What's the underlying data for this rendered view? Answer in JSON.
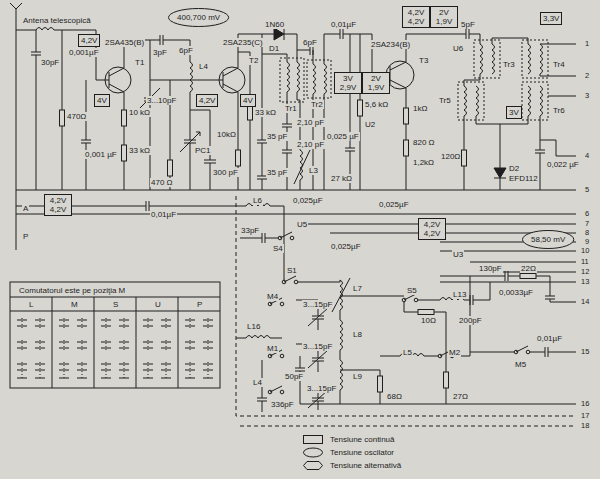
{
  "diagram": {
    "nodes": [
      {
        "text": [
          "4,2V"
        ]
      },
      {
        "text": [
          "4V"
        ]
      },
      {
        "text": [
          "400,700 mV"
        ]
      },
      {
        "text": [
          "4,2V"
        ]
      },
      {
        "text": [
          "4V"
        ]
      },
      {
        "text": [
          "3V 2,9V"
        ]
      },
      {
        "text": [
          "2V 1,9V"
        ]
      },
      {
        "text": [
          "4,2V 4,2V"
        ]
      },
      {
        "text": [
          "2V 1,9V"
        ]
      },
      {
        "text": [
          "3,3V"
        ]
      },
      {
        "text": [
          "3V"
        ]
      },
      {
        "text": [
          "4,2V 4,2V"
        ]
      },
      {
        "text": [
          "4,2V 4,2V"
        ]
      },
      {
        "text": [
          "58,50 mV"
        ]
      }
    ],
    "labels": [
      "Antena telescopică",
      "30pF",
      "0,001µF",
      "2SA435(B)",
      "T1",
      "3pF",
      "6pF",
      "2SA235(C)",
      "T2",
      "1N60",
      "D1",
      "L4",
      "Tr1",
      "6pF",
      "0,01µF",
      "Tr2",
      "2SA234(B)",
      "T3",
      "5pF",
      "U6",
      "Tr3",
      "Tr4",
      "Tr5",
      "Tr6",
      "470Ω",
      "10 kΩ",
      "33 kΩ",
      "0,001 µF",
      "3...10pF",
      "PC1",
      "470 Ω",
      "300 pF",
      "0,01µF",
      "33 kΩ",
      "10kΩ",
      "35 pF",
      "35 pF",
      "2,10 pF",
      "2,10 pF",
      "L3",
      "0,025µF",
      "5,6 kΩ",
      "U2",
      "0,025 µF",
      "27 kΩ",
      "1kΩ",
      "820 Ω",
      "1,2kΩ",
      "0,025µF",
      "120Ω",
      "0,022 µF",
      "D2",
      "EFD112",
      "A",
      "P",
      "L6",
      "U5",
      "33pF",
      "S4",
      "0,025µF",
      "U3",
      "130pF",
      "22Ω",
      "0,0033µF",
      "S1",
      "M4",
      "3...15pF",
      "L7",
      "S5",
      "L13",
      "10Ω",
      "200pF",
      "L16",
      "L8",
      "M1",
      "3...15pF",
      "L5",
      "M2",
      "0,01µF",
      "M5",
      "50pF",
      "3...15pF",
      "L9",
      "L4",
      "336pF",
      "68Ω",
      "27Ω",
      "1",
      "2",
      "3",
      "4",
      "5",
      "6",
      "7",
      "8",
      "9",
      "10",
      "11",
      "12",
      "13",
      "14",
      "15",
      "16",
      "17",
      "18",
      "Comutatorul este pe poziţia M",
      "L",
      "M",
      "S",
      "U",
      "P"
    ],
    "legend": [
      {
        "text": "Tensiune continuă"
      },
      {
        "text": "Tensiune oscilator"
      },
      {
        "text": "Tensiune alternativă"
      }
    ]
  }
}
